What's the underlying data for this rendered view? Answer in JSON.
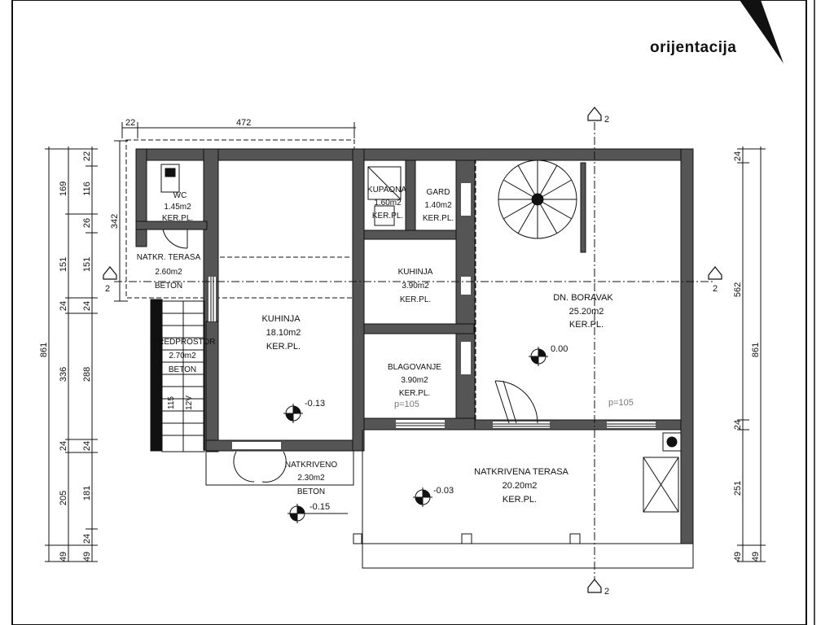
{
  "orientation_label": "orijentacija",
  "section_marker": "2",
  "rooms": {
    "wc": {
      "name": "WC",
      "area": "1.45m2",
      "floor": "KER.PL."
    },
    "terrace_covered_small": {
      "name": "NATKR. TERASA",
      "area": "2.60m2",
      "floor": "BETON"
    },
    "stairs": {
      "name": "PREDPROSTOR",
      "area": "2.70m2",
      "floor": "BETON"
    },
    "kitchen_large": {
      "name": "KUHINJA",
      "area": "18.10m2",
      "floor": "KER.PL."
    },
    "bathroom": {
      "name": "KUPAONA",
      "area": "1.60m2",
      "floor": "KER.PL."
    },
    "wardrobe": {
      "name": "GARD",
      "area": "1.40m2",
      "floor": "KER.PL."
    },
    "kitchen_small": {
      "name": "KUHINJA",
      "area": "3.90m2",
      "floor": "KER.PL."
    },
    "dining": {
      "name": "BLAGOVANJE",
      "area": "3.90m2",
      "floor": "KER.PL."
    },
    "living": {
      "name": "DN. BORAVAK",
      "area": "25.20m2",
      "floor": "KER.PL."
    },
    "covered_entry": {
      "name": "NATKRIVENO",
      "area": "2.30m2",
      "floor": "BETON"
    },
    "terrace": {
      "name": "NATKRIVENA TERASA",
      "area": "20.20m2",
      "floor": "KER.PL."
    }
  },
  "elevations": {
    "kitchen": "-0.13",
    "living": "0.00",
    "terrace": "-0.03",
    "entry": "-0.15"
  },
  "parapet_marks": [
    "p=105",
    "p=105"
  ],
  "dimensions": {
    "top": [
      "22",
      "472"
    ],
    "left_outer": [
      "861"
    ],
    "left_mid": [
      "169",
      "151",
      "24",
      "336",
      "24",
      "205",
      "49"
    ],
    "left_inner": [
      "22",
      "116",
      "26",
      "151",
      "24",
      "288",
      "24",
      "181",
      "24",
      "49"
    ],
    "stair_width": "342",
    "stairs_steps": [
      "115",
      "12V"
    ],
    "right_inner": [
      "24",
      "562",
      "24",
      "251",
      "49"
    ],
    "right_outer": [
      "861",
      "49"
    ]
  }
}
